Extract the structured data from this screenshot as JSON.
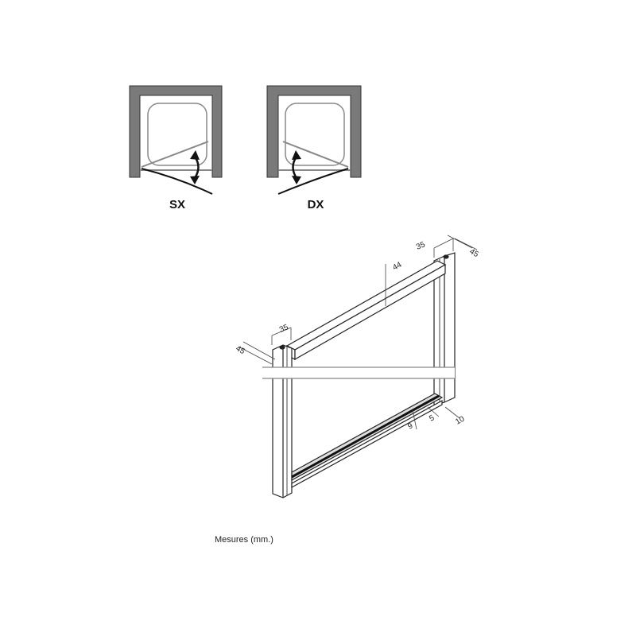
{
  "door_variants": [
    {
      "label": "SX"
    },
    {
      "label": "DX"
    }
  ],
  "dimensions": {
    "top_right_width": "35",
    "top_right_depth": "45",
    "top_rail_height": "44",
    "top_left_width": "35",
    "top_left_depth": "45",
    "bottom_a": "9",
    "bottom_b": "5",
    "bottom_c": "10"
  },
  "caption": "Mesures (mm.)"
}
